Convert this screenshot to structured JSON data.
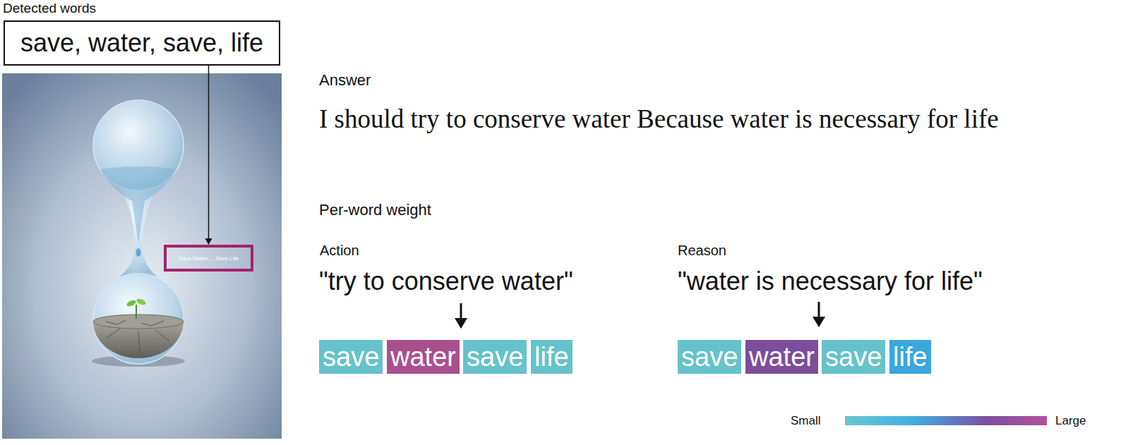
{
  "diagram": {
    "nodes": [
      {
        "text": [
          "Detected words",
          "save, water, save, life"
        ]
      },
      {
        "text": [
          "Save Water.... Save Life"
        ]
      },
      {
        "text": [
          "save"
        ]
      },
      {
        "text": [
          "water"
        ]
      },
      {
        "text": [
          "save"
        ]
      },
      {
        "text": [
          "life"
        ]
      },
      {
        "text": [
          "save"
        ]
      },
      {
        "text": [
          "water"
        ]
      },
      {
        "text": [
          "save"
        ]
      },
      {
        "text": [
          "life"
        ]
      }
    ],
    "edges": [
      {
        "from": 0,
        "to": 1,
        "arrow": "to"
      }
    ],
    "labels": [
      "Answer",
      "I should try to conserve water Because water is necessary for life",
      "Per-word weight",
      "Action",
      "\"try to conserve water\"",
      "Reason",
      "\"water is necessary for life\"",
      "Small",
      "Large"
    ]
  }
}
